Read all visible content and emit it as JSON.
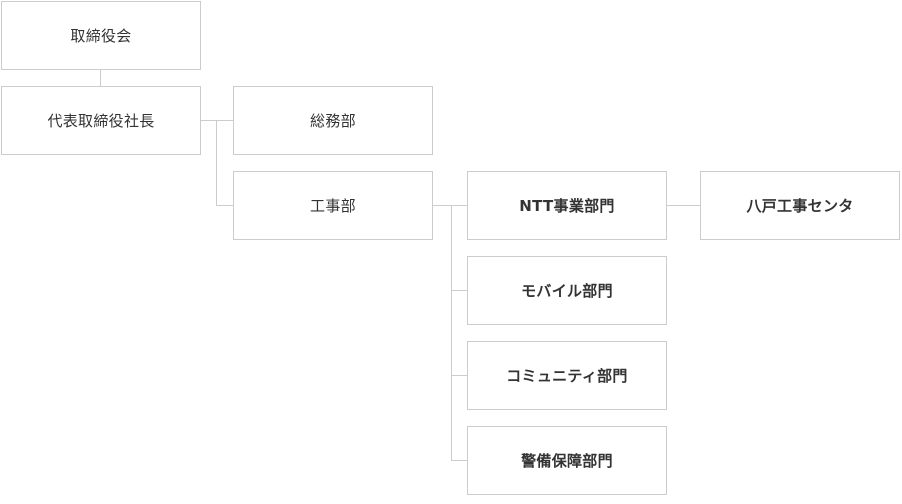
{
  "org_chart": {
    "board": "取締役会",
    "president": "代表取締役社長",
    "general_affairs": "総務部",
    "construction": "工事部",
    "divisions": {
      "ntt": "NTT事業部門",
      "mobile": "モバイル部門",
      "community": "コミュニティ部門",
      "security": "警備保障部門"
    },
    "hachinohe_center": "八戸工事センタ"
  },
  "colors": {
    "border": "#cccccc",
    "connector": "#cccccc",
    "text": "#333333",
    "background": "#ffffff"
  }
}
